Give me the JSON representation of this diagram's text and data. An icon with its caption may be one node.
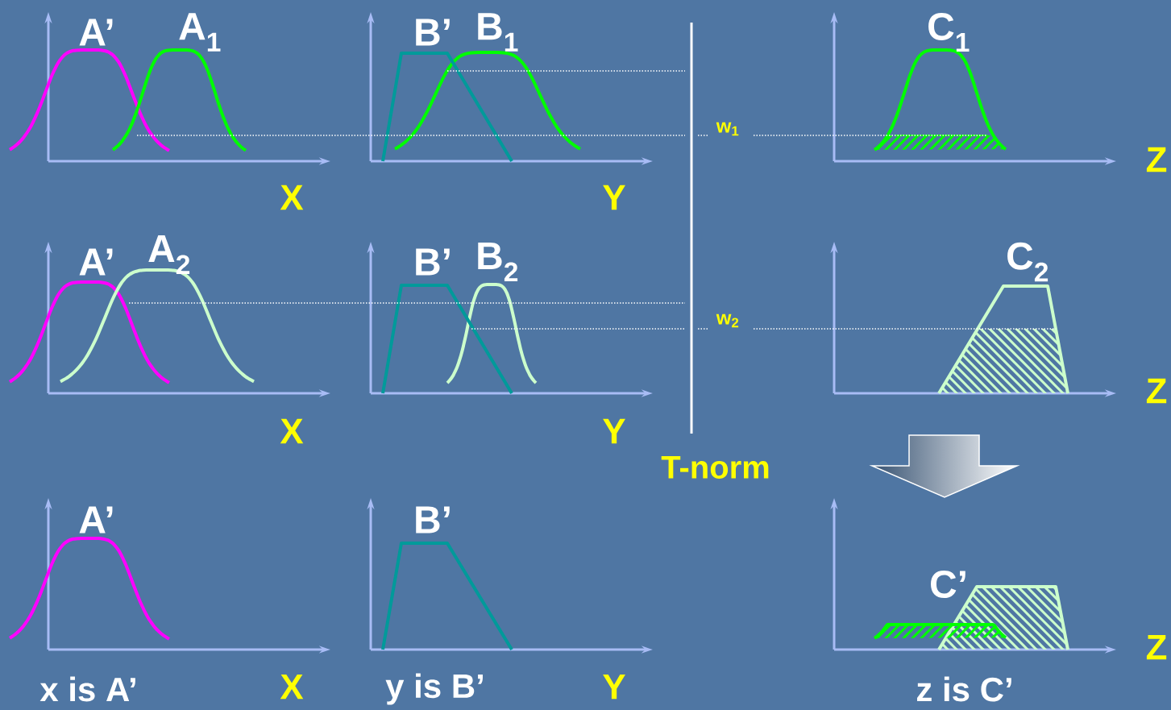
{
  "diagram": {
    "labels": [
      "A’",
      "A$_{1}$",
      "B’",
      "B$_{1}$",
      "C$_{1}$",
      "X",
      "Y",
      "w$_{1}$",
      "Z",
      "A’",
      "A$_{2}$",
      "B’",
      "B$_{2}$",
      "C$_{2}$",
      "w$_{2}$",
      "Z",
      "X",
      "Y",
      "T-norm",
      "A’",
      "B’",
      "C’",
      "Z",
      "x is A’",
      "X",
      "y is B’",
      "Y",
      "z is C’"
    ]
  }
}
